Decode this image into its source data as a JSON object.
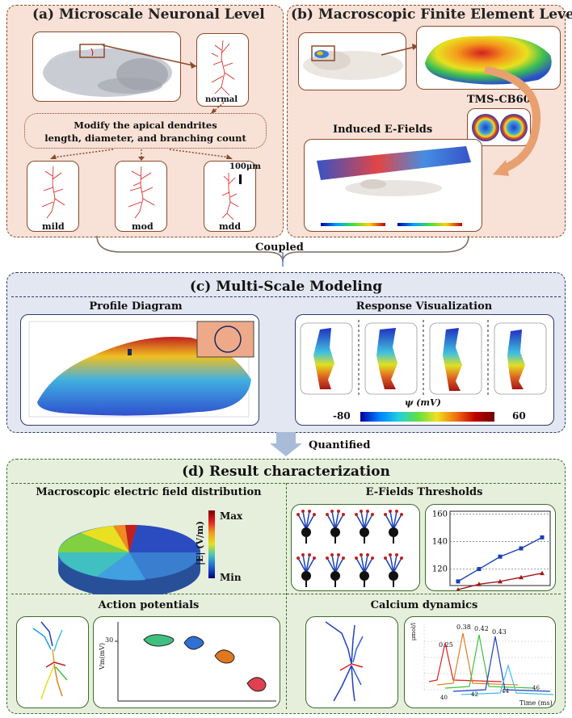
{
  "panel_a": {
    "title": "(a) Microscale Neuronal Level",
    "normal_label": "normal",
    "modify_text_line1": "Modify the apical dendrites",
    "modify_text_line2": "length, diameter, and branching count",
    "scale_label": "100μm",
    "mild_label": "mild",
    "mod_label": "mod",
    "mdd_label": "mdd"
  },
  "panel_b": {
    "title": "(b) Macroscopic Finite Element Level",
    "coil_label": "TMS-CB60",
    "efield_label": "Induced E-Fields"
  },
  "coupled_label": "Coupled",
  "panel_c": {
    "title": "(c) Multi-Scale Modeling",
    "profile_title": "Profile Diagram",
    "response_title": "Response Visualization",
    "psi_label": "ψ (mV)",
    "cbar_min": "-80",
    "cbar_max": "60"
  },
  "quantified_label": "Quantified",
  "panel_d": {
    "title": "(d) Result characterization",
    "macro_title": "Macroscopic electric field distribution",
    "max_label": "Max",
    "min_label": "Min",
    "efield_axis_label": "|E| (V/m)",
    "threshold_title": "E-Fields Thresholds",
    "ap_title": "Action potentials",
    "ap_ylabel": "Vm(mV)",
    "ap_tick": "30",
    "calcium_title": "Calcium dynamics",
    "calcium_ylabel": "μmol/l",
    "calcium_xlabel": "Time (ms)",
    "calcium_values": [
      "0.25",
      "0.38",
      "0.42",
      "0.43"
    ],
    "calcium_xticks": [
      "40",
      "42",
      "44",
      "46"
    ]
  },
  "chart_data": {
    "type": "line",
    "yticks": [
      "120",
      "140",
      "160"
    ],
    "ylim": [
      108,
      162
    ],
    "series": [
      {
        "values": [
          111,
          120,
          129,
          135,
          143
        ],
        "color": "#1a3fb5"
      },
      {
        "values": [
          105,
          109,
          111,
          114,
          117
        ],
        "color": "#a01818"
      }
    ]
  },
  "colors": {
    "brown": "#8b4a2b",
    "blue_border": "#2d3b66",
    "green_border": "#3d6b2a",
    "panel_a_bg": "#f8e1d6",
    "panel_c_bg": "#e3e7f2",
    "panel_d_bg": "#e6efdc"
  }
}
